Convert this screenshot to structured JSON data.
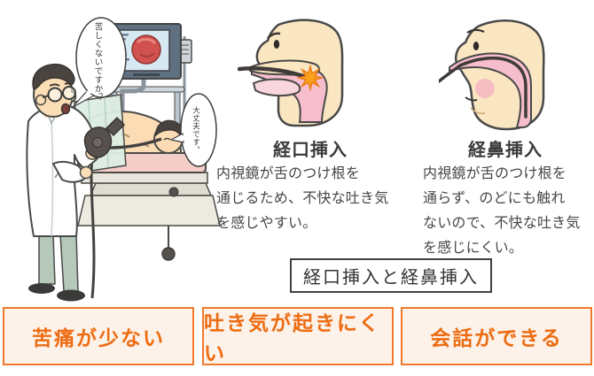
{
  "scene": {
    "doctor_bubble": "苦しくないですか？",
    "patient_bubble": "大丈夫です。"
  },
  "oral": {
    "title": "経口挿入",
    "description": "内視鏡が舌のつけ根を\n通じるため、不快な吐き気\nを感じやすい。"
  },
  "nasal": {
    "title": "経鼻挿入",
    "description": "内視鏡が舌のつけ根を\n通らず、のどにも触れ\nないので、不快な吐き気\nを感じにくい。"
  },
  "heading": "経口挿入と経鼻挿入",
  "benefits": [
    {
      "label": "苦痛が少ない"
    },
    {
      "label": "吐き気が起きにくい"
    },
    {
      "label": "会話ができる"
    }
  ],
  "colors": {
    "accent_orange_border": "#f0792c",
    "benefit_background": "#fdf2e9",
    "benefit_text": "#ed6c12",
    "heading_border": "#414141",
    "body_text": "#464646",
    "skin": "#fbe0b6",
    "throat_pink": "#f6bdcd",
    "starburst_orange": "#f9a11b"
  }
}
